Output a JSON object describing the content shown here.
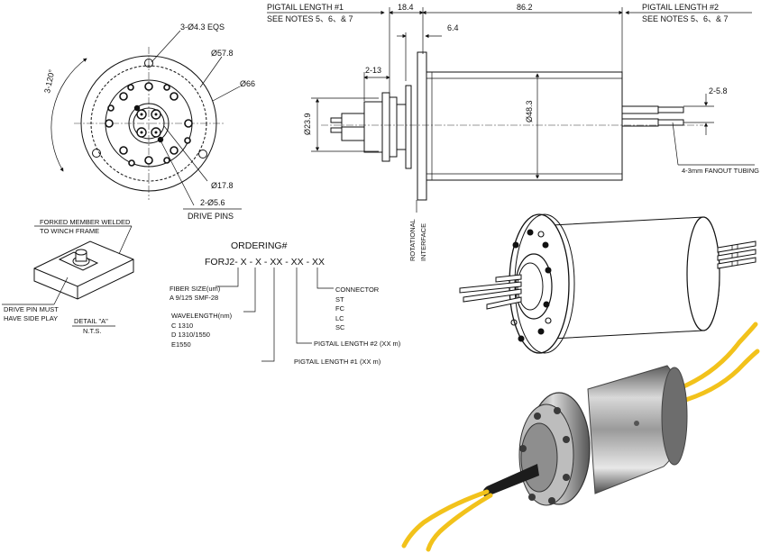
{
  "top_view": {
    "hole_pattern": "3-Ø4.3 EQS",
    "dia_outer_flange": "Ø66",
    "dia_bolt_circle": "Ø57.8",
    "angle": "3-120°",
    "dia_hub": "Ø17.8",
    "drive_pin_dia": "2-Ø5.6",
    "drive_pins": "DRIVE PINS"
  },
  "side_view": {
    "pigtail1_title": "PIGTAIL LENGTH #1",
    "pigtail1_notes": "SEE NOTES 5、6、& 7",
    "pigtail2_title": "PIGTAIL LENGTH #2",
    "pigtail2_notes": "SEE NOTES 5、6、& 7",
    "dim_flange_offset": "18.4",
    "dim_body_length": "86.2",
    "dim_flange_thickness": "6.4",
    "dim_left_pin": "2-13",
    "dim_right_pin": "2-5.8",
    "dim_left_dia": "Ø23.9",
    "dim_body_dia": "Ø48.3",
    "fanout": "4-3mm FANOUT TUBING",
    "rot_line1": "ROTATIONAL",
    "rot_line2": "INTERFACE"
  },
  "detail": {
    "forked_line1": "FORKED MEMBER WELDED",
    "forked_line2": "TO WINCH FRAME",
    "drive_line1": "DRIVE PIN MUST",
    "drive_line2": "HAVE SIDE PLAY",
    "detail_label": "DETAIL \"A\"",
    "nts": "N.T.S."
  },
  "ordering": {
    "title": "ORDERING#",
    "code": "FORJ2- X - X - XX - XX - XX",
    "fiber_size": "FIBER SIZE(um)",
    "fiber_a": "A 9/125 SMF-28",
    "wavelength": "WAVELENGTH(nm)",
    "wl_c": "C 1310",
    "wl_d": "D 1310/1550",
    "wl_e": "E1550",
    "connector": "CONNECTOR",
    "conn_st": "ST",
    "conn_fc": "FC",
    "conn_lc": "LC",
    "conn_sc": "SC",
    "pig2": "PIGTAIL LENGTH #2 (XX m)",
    "pig1": "PIGTAIL LENGTH #1 (XX m)"
  },
  "colors": {
    "ink": "#111111",
    "steel": "#a9a9a9",
    "fiber": "#f2c21b"
  }
}
